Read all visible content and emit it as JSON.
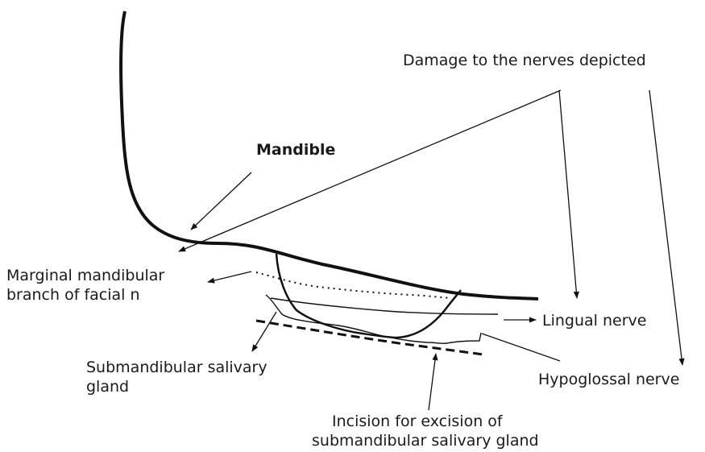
{
  "labels": {
    "damage": "Damage to the nerves depicted",
    "mandible": "Mandible",
    "marginal_line1": "Marginal mandibular",
    "marginal_line2": "branch of facial n",
    "lingual": "Lingual nerve",
    "gland_line1": "Submandibular salivary",
    "gland_line2": "gland",
    "hypoglossal": "Hypoglossal nerve",
    "incision_line1": "Incision for excision of",
    "incision_line2": "submandibular salivary gland"
  }
}
